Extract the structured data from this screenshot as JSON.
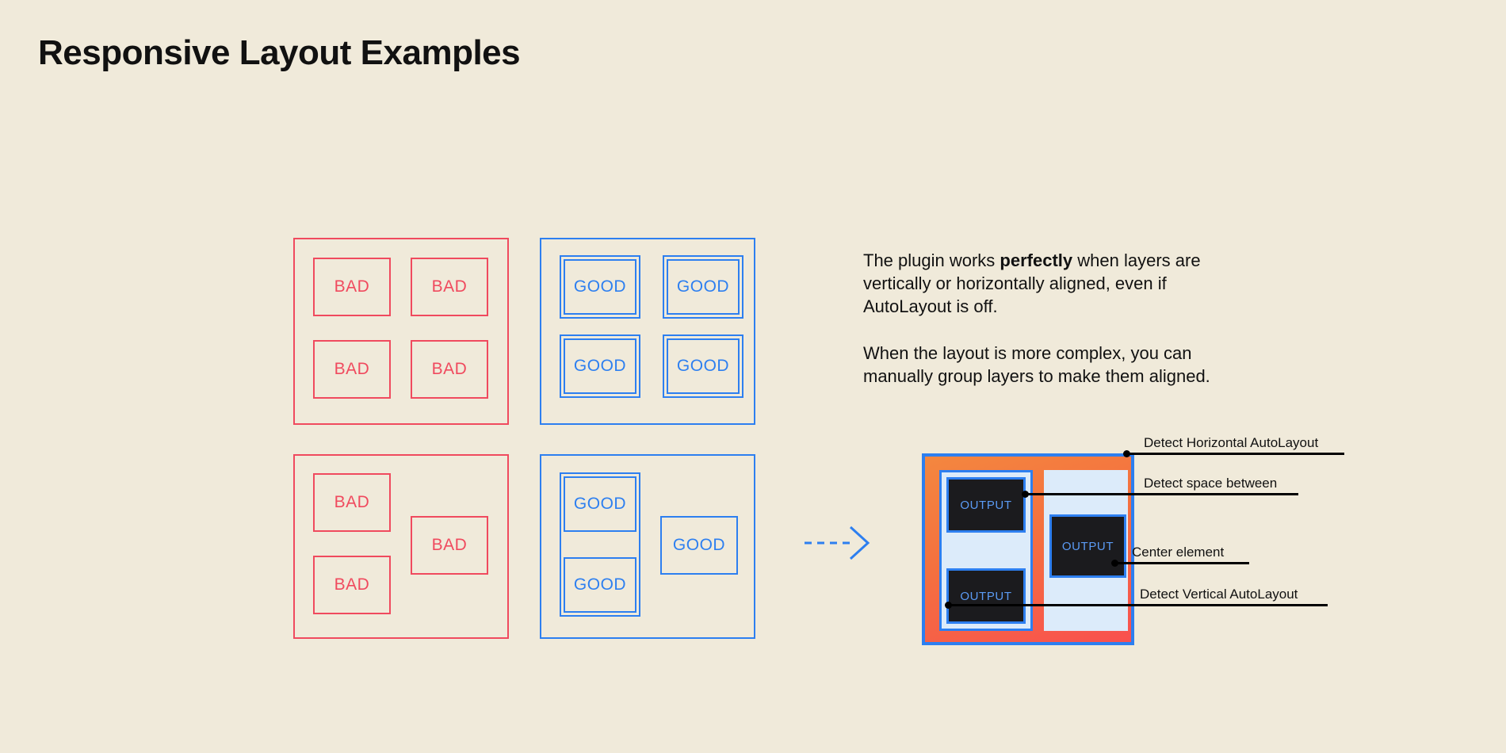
{
  "page": {
    "title": "Responsive Layout Examples",
    "background_color": "#F0EADA",
    "bad_color": "#F04A5E",
    "good_color": "#2D7FF0",
    "text_color": "#111111"
  },
  "examples": {
    "grid_bad": {
      "label": "BAD",
      "cells": [
        "BAD",
        "BAD",
        "BAD",
        "BAD"
      ]
    },
    "grid_good": {
      "label": "GOOD",
      "cells": [
        "GOOD",
        "GOOD",
        "GOOD",
        "GOOD"
      ]
    },
    "complex_bad": {
      "label": "BAD",
      "cells": [
        "BAD",
        "BAD",
        "BAD"
      ]
    },
    "complex_good": {
      "label": "GOOD",
      "cells": [
        "GOOD",
        "GOOD",
        "GOOD"
      ]
    }
  },
  "copy": {
    "p1_a": "The plugin works ",
    "p1_b": "perfectly",
    "p1_c": " when layers are vertically or horizontally aligned, even if AutoLayout is off.",
    "p2": "When the layout is more complex, you can manually group layers to make them aligned."
  },
  "arrow": {
    "icon": "dashed-arrow-right-icon",
    "color": "#2D7FF0"
  },
  "diagram": {
    "output_label": "OUTPUT",
    "outputs": [
      "OUTPUT",
      "OUTPUT",
      "OUTPUT"
    ],
    "frame_color": "#2D7FF0",
    "fill_gradient": [
      "#F4873F",
      "#F9504F"
    ],
    "panel_color": "#DCEBFA",
    "box_color": "#1B1B1E"
  },
  "annotations": [
    {
      "label": "Detect Horizontal AutoLayout"
    },
    {
      "label": "Detect space between"
    },
    {
      "label": "Center element"
    },
    {
      "label": "Detect Vertical AutoLayout"
    }
  ]
}
